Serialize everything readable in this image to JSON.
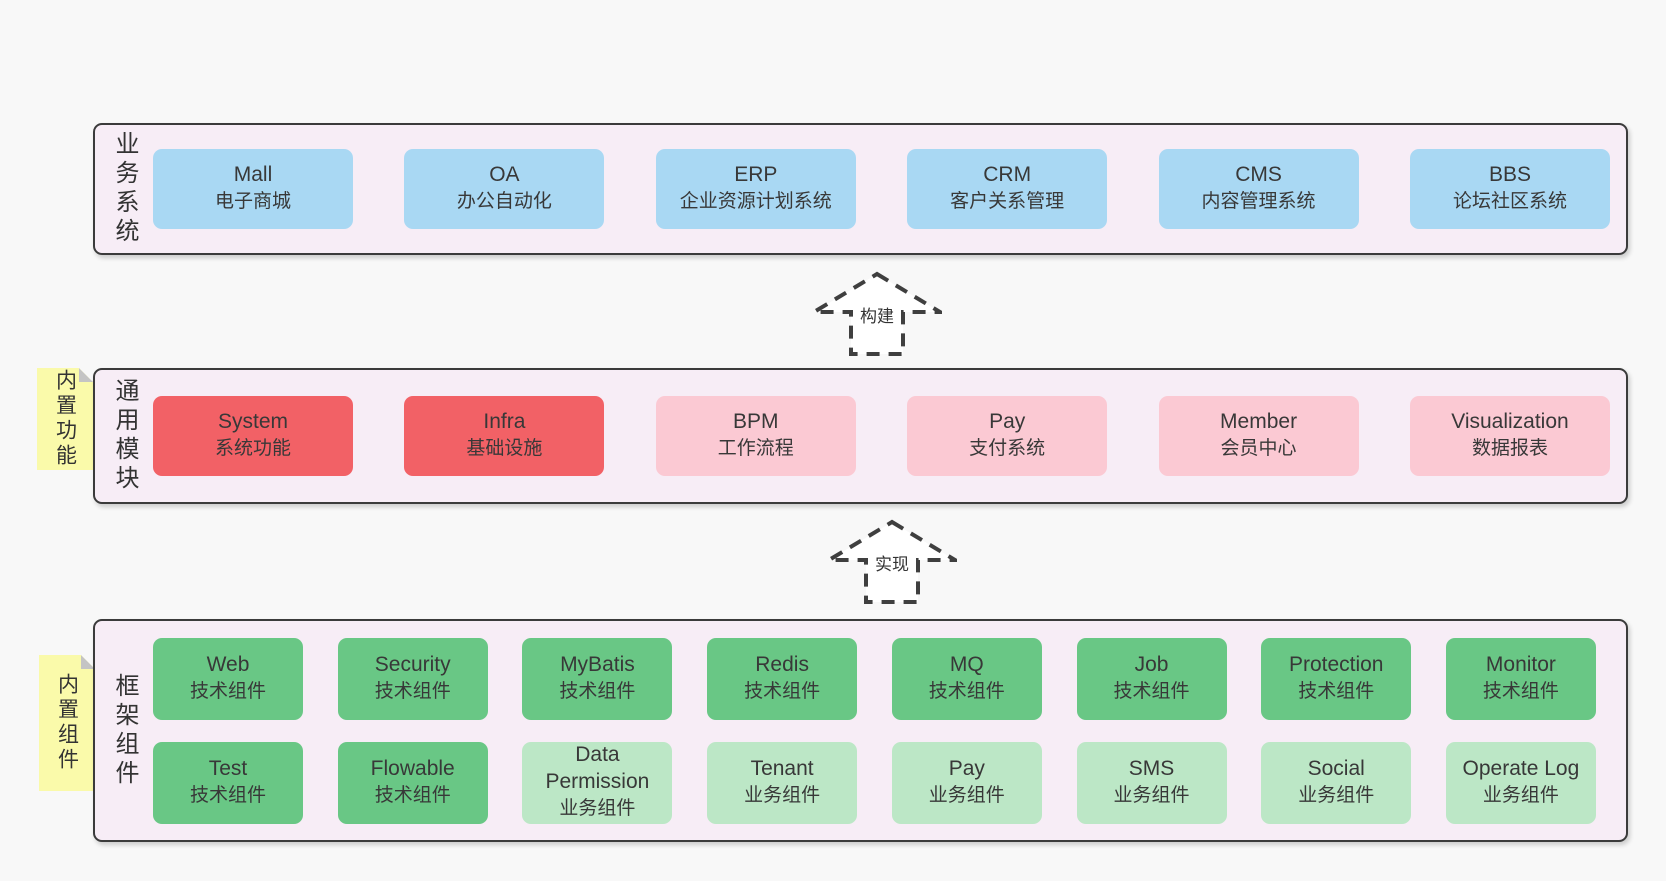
{
  "arrows": [
    {
      "label": "构建"
    },
    {
      "label": "实现"
    }
  ],
  "bands": [
    {
      "label": "业务系统",
      "boxes": [
        {
          "en": "Mall",
          "cn": "电子商城"
        },
        {
          "en": "OA",
          "cn": "办公自动化"
        },
        {
          "en": "ERP",
          "cn": "企业资源计划系统"
        },
        {
          "en": "CRM",
          "cn": "客户关系管理"
        },
        {
          "en": "CMS",
          "cn": "内容管理系统"
        },
        {
          "en": "BBS",
          "cn": "论坛社区系统"
        }
      ]
    },
    {
      "label": "通用模块",
      "note": "内置功能",
      "boxes": [
        {
          "en": "System",
          "cn": "系统功能"
        },
        {
          "en": "Infra",
          "cn": "基础设施"
        },
        {
          "en": "BPM",
          "cn": "工作流程"
        },
        {
          "en": "Pay",
          "cn": "支付系统"
        },
        {
          "en": "Member",
          "cn": "会员中心"
        },
        {
          "en": "Visualization",
          "cn": "数据报表"
        }
      ]
    },
    {
      "label": "框架组件",
      "note": "内置组件",
      "rows": [
        [
          {
            "en": "Web",
            "cn": "技术组件"
          },
          {
            "en": "Security",
            "cn": "技术组件"
          },
          {
            "en": "MyBatis",
            "cn": "技术组件"
          },
          {
            "en": "Redis",
            "cn": "技术组件"
          },
          {
            "en": "MQ",
            "cn": "技术组件"
          },
          {
            "en": "Job",
            "cn": "技术组件"
          },
          {
            "en": "Protection",
            "cn": "技术组件"
          },
          {
            "en": "Monitor",
            "cn": "技术组件"
          }
        ],
        [
          {
            "en": "Test",
            "cn": "技术组件"
          },
          {
            "en": "Flowable",
            "cn": "技术组件"
          },
          {
            "en": "Data Permission",
            "cn": "业务组件"
          },
          {
            "en": "Tenant",
            "cn": "业务组件"
          },
          {
            "en": "Pay",
            "cn": "业务组件"
          },
          {
            "en": "SMS",
            "cn": "业务组件"
          },
          {
            "en": "Social",
            "cn": "业务组件"
          },
          {
            "en": "Operate Log",
            "cn": "业务组件"
          }
        ]
      ]
    }
  ],
  "colors": {
    "page_background": "#f8f8f8",
    "band_fill": "#f7edf6",
    "band_border": "#3b3b3b",
    "blue_box": "#a9d8f3",
    "red_box": "#f26166",
    "pink_box": "#fbc9d3",
    "green_box": "#69c785",
    "light_green_box": "#bce7c6",
    "note_yellow": "#fafaaa",
    "text": "#383838"
  }
}
